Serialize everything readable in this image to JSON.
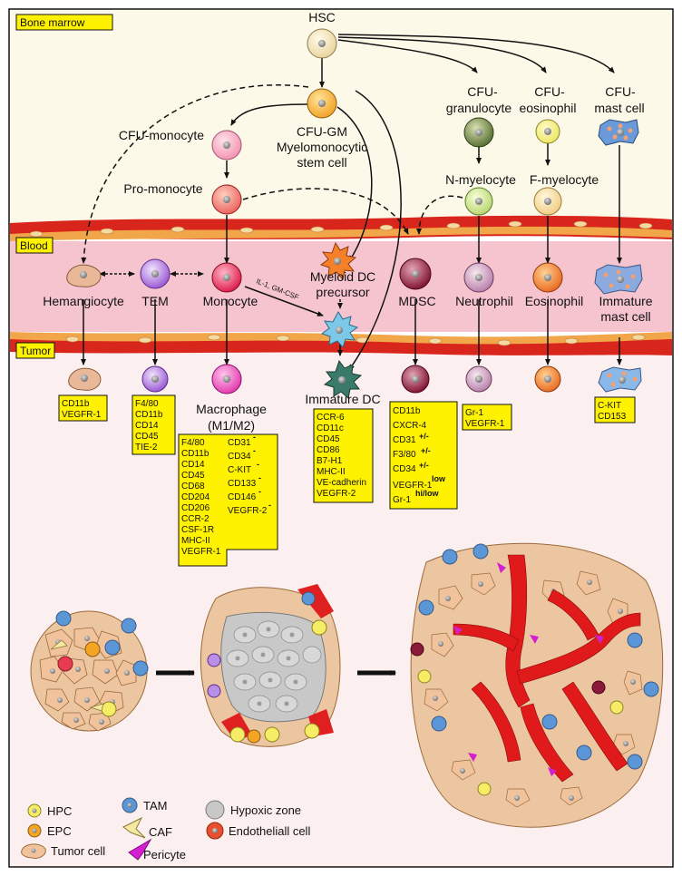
{
  "region_labels": {
    "bone_marrow": "Bone marrow",
    "blood": "Blood",
    "tumor": "Tumor"
  },
  "cells": {
    "hsc": "HSC",
    "cfu_gm_1": "CFU-GM",
    "cfu_gm_2": "Myelomonocytic",
    "cfu_gm_3": "stem cell",
    "cfu_monocyte": "CFU-monocyte",
    "pro_monocyte": "Pro-monocyte",
    "cfu_gran_1": "CFU-",
    "cfu_gran_2": "granulocyte",
    "cfu_eos_1": "CFU-",
    "cfu_eos_2": "eosinophil",
    "cfu_mast_1": "CFU-",
    "cfu_mast_2": "mast cell",
    "n_myelocyte": "N-myelocyte",
    "f_myelocyte": "F-myelocyte",
    "hemangiocyte": "Hemangiocyte",
    "tem": "TEM",
    "monocyte": "Monocyte",
    "myeloid_dc_1": "Myeloid DC",
    "myeloid_dc_2": "precursor",
    "mdsc": "MDSC",
    "neutrophil": "Neutrophil",
    "eosinophil": "Eosinophil",
    "imm_mast_1": "Immature",
    "imm_mast_2": "mast cell",
    "macrophage_1": "Macrophage",
    "macrophage_2": "(M1/M2)",
    "immature_dc": "Immature DC"
  },
  "arrow_label": "IL-1, GM-CSF",
  "marker_boxes": {
    "hemangiocyte": [
      "CD11b",
      "VEGFR-1"
    ],
    "tem": [
      "F4/80",
      "CD11b",
      "CD14",
      "CD45",
      "TIE-2"
    ],
    "macrophage_left": [
      "F4/80",
      "CD11b",
      "CD14",
      "CD45",
      "CD68",
      "CD204",
      "CD206",
      "CCR-2",
      "CSF-1R",
      "MHC-II",
      "VEGFR-1"
    ],
    "macrophage_right": [
      "CD31",
      "CD34",
      "C-KIT",
      "CD133",
      "CD146",
      "VEGFR-2"
    ],
    "macrophage_right_sup": "-",
    "dc": [
      "CCR-6",
      "CD11c",
      "CD45",
      "CD86",
      "B7-H1",
      "MHC-II",
      "VE-cadherin",
      "VEGFR-2"
    ],
    "mdsc": [
      "CD11b",
      "CXCR-4",
      "CD31",
      "F3/80",
      "CD34",
      "VEGFR-1",
      "Gr-1"
    ],
    "mdsc_sup": [
      "",
      "",
      "+/-",
      "+/-",
      "+/-",
      "low",
      "hi/low"
    ],
    "neutrophil": [
      "Gr-1",
      "VEGFR-1"
    ],
    "mast": [
      "C-KIT",
      "CD153"
    ]
  },
  "legend": {
    "hpc": "HPC",
    "epc": "EPC",
    "tumor_cell": "Tumor cell",
    "tam": "TAM",
    "caf": "CAF",
    "pericyte": "Pericyte",
    "hypoxic_zone": "Hypoxic zone",
    "endothelial": "Endotheliall cell"
  },
  "colors": {
    "bone_marrow_bg": "#fdf9e9",
    "blood_bg": "#f6c4cf",
    "vessel_wall": "#d9261c",
    "tumor_bg": "#fcefef",
    "label_box": "#fff200",
    "tumor_cell": "#f1c39c",
    "hpc": "#f7ec66",
    "epc": "#f5a524",
    "tam": "#5b96d6",
    "pericyte": "#d41fd0",
    "hypoxic": "#c8c8c8",
    "endothelial": "#e85030"
  }
}
